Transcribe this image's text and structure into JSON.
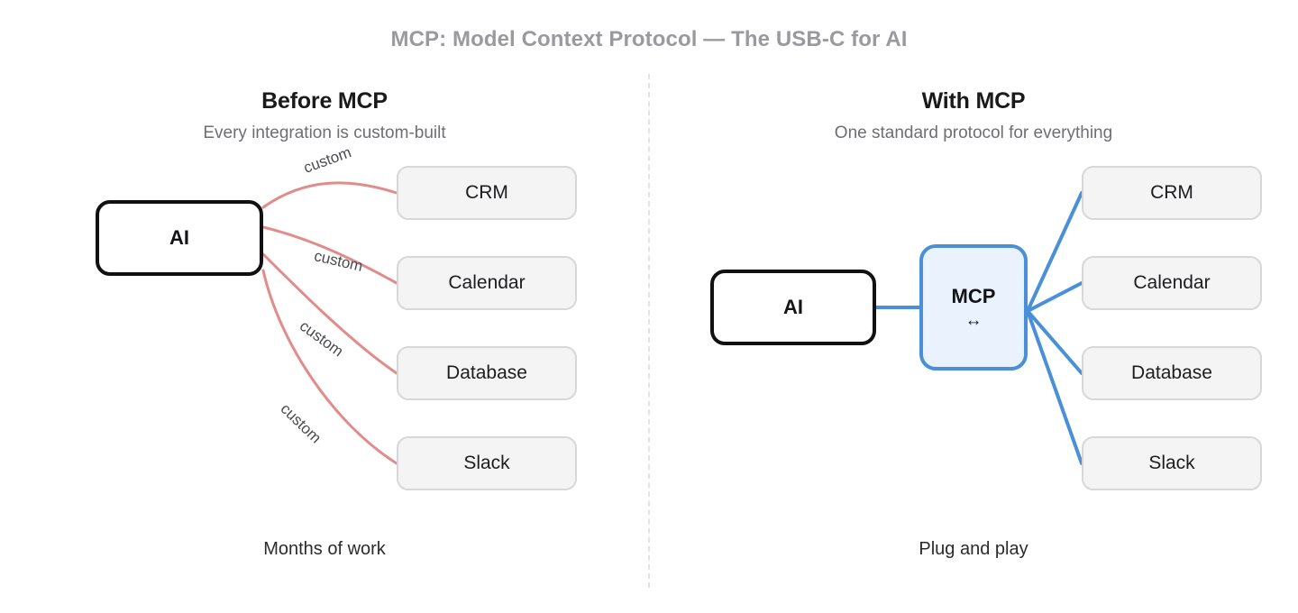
{
  "title": "MCP: Model Context Protocol — The USB-C for AI",
  "colors": {
    "custom_edge": "#e28b8b",
    "mcp_edge": "#4a90d9",
    "mcp_fill": "#eaf3fd",
    "service_fill": "#f4f4f5",
    "service_border": "#d8d8db",
    "node_border": "#111113",
    "title_text": "#9a9a9e",
    "divider": "#e3e3e6"
  },
  "panels": [
    {
      "id": "before",
      "heading": "Before MCP",
      "subtitle": "Every integration is custom-built",
      "footer": "Months of work",
      "source": {
        "label": "AI"
      },
      "services": [
        {
          "label": "CRM"
        },
        {
          "label": "Calendar"
        },
        {
          "label": "Database"
        },
        {
          "label": "Slack"
        }
      ],
      "edge_labels": [
        "custom",
        "custom",
        "custom",
        "custom"
      ]
    },
    {
      "id": "with",
      "heading": "With MCP",
      "subtitle": "One standard protocol for everything",
      "footer": "Plug and play",
      "source": {
        "label": "AI"
      },
      "hub": {
        "label": "MCP",
        "glyph": "↔"
      },
      "services": [
        {
          "label": "CRM"
        },
        {
          "label": "Calendar"
        },
        {
          "label": "Database"
        },
        {
          "label": "Slack"
        }
      ]
    }
  ]
}
